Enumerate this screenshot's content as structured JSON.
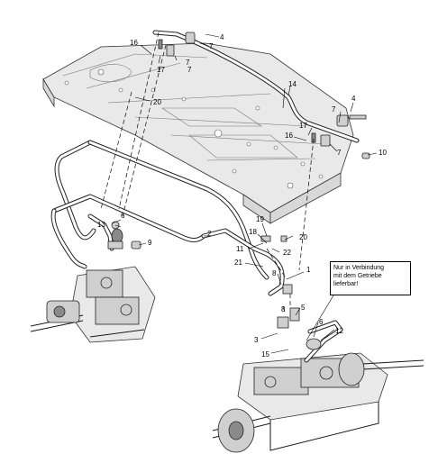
{
  "callouts": {
    "c1": "1",
    "c2": "2",
    "c3": "3",
    "c4a": "4",
    "c4b": "4",
    "c5": "5",
    "c6a": "6",
    "c6b": "6",
    "c7a": "7",
    "c7b": "7",
    "c7c": "7",
    "c7d": "7",
    "c8a": "8",
    "c8b": "8",
    "c9": "9",
    "c10": "10",
    "c11": "11",
    "c12": "12",
    "c13": "13",
    "c14": "14",
    "c15": "15",
    "c16a": "16",
    "c16b": "16",
    "c17a": "17",
    "c17b": "17",
    "c18": "18",
    "c19": "19",
    "c20a": "20",
    "c20b": "20",
    "c21": "21",
    "c22": "22"
  },
  "note": {
    "line1": "Nur in Verbindung",
    "line2": "mit dem Getriebe",
    "line3": "lieferbar!"
  }
}
